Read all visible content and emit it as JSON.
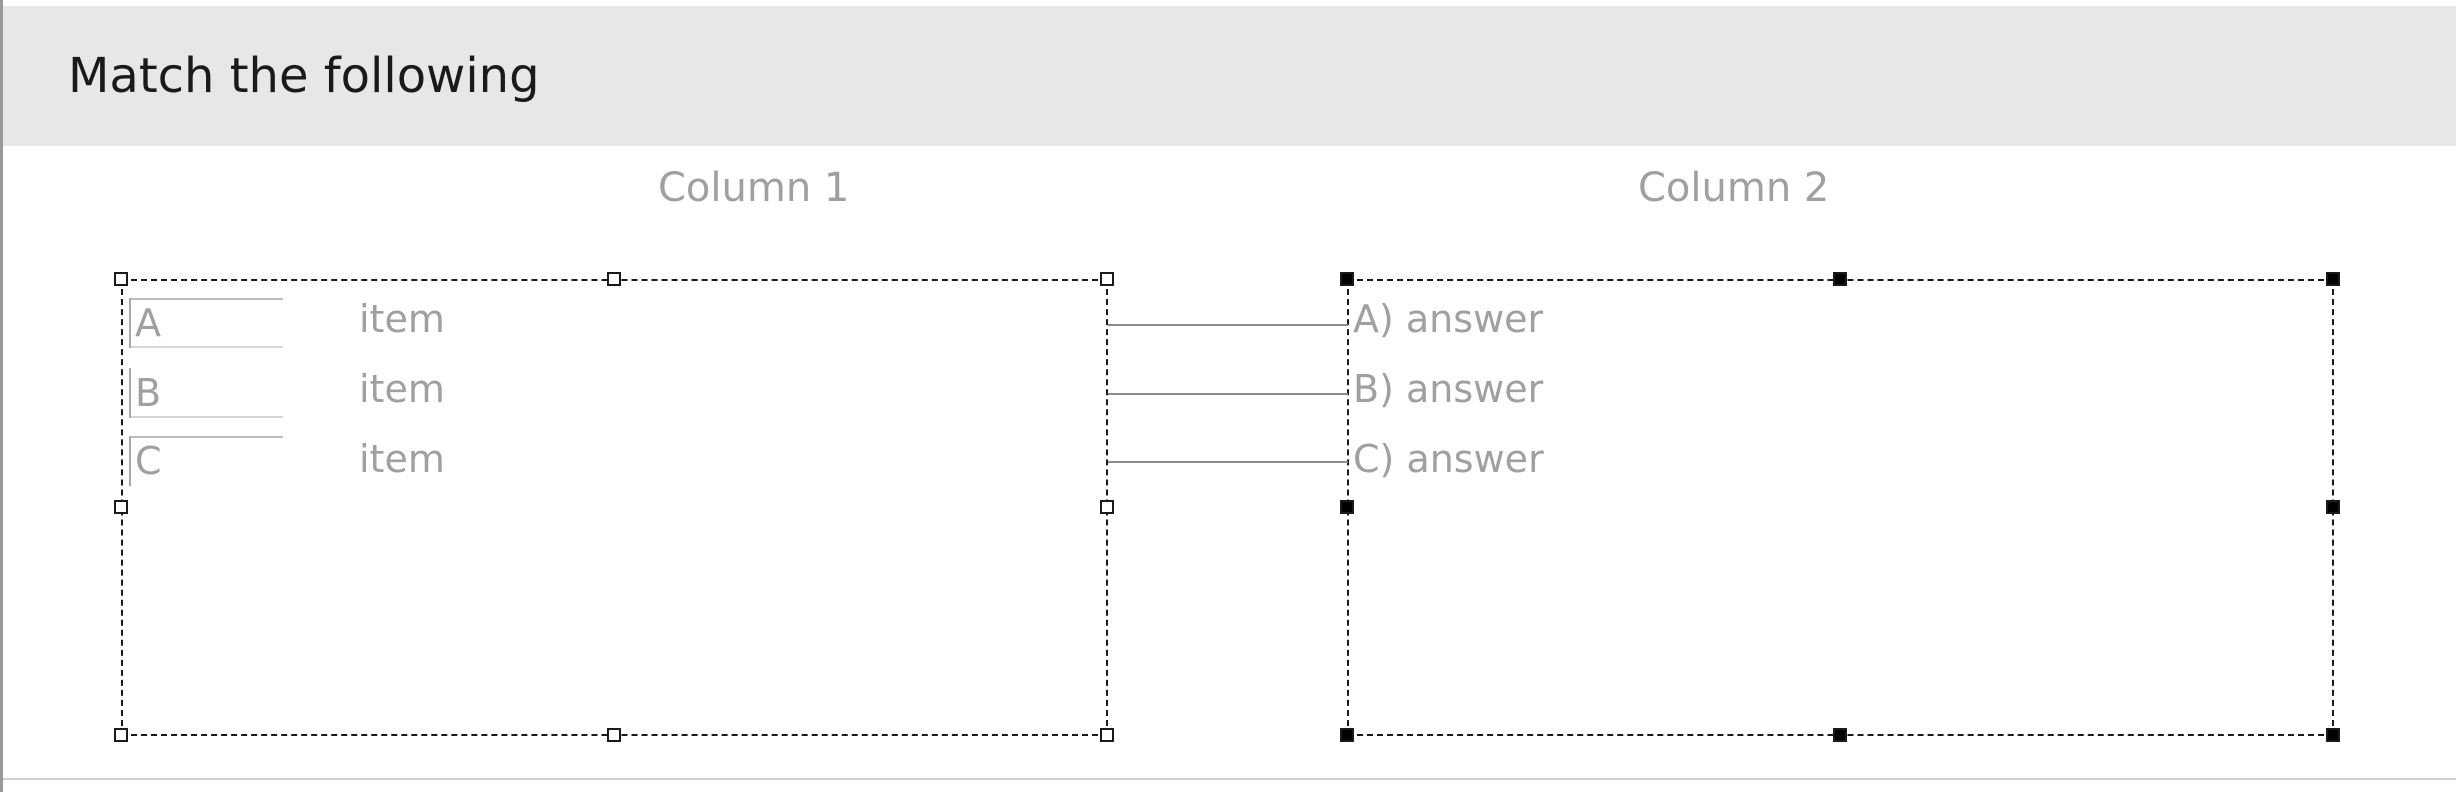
{
  "header": {
    "title": "Match the following"
  },
  "columns": {
    "col1": "Column 1",
    "col2": "Column 2"
  },
  "items": [
    {
      "letter": "A",
      "text": "item",
      "answer": "A) answer"
    },
    {
      "letter": "B",
      "text": "item",
      "answer": "B) answer"
    },
    {
      "letter": "C",
      "text": "item",
      "answer": "C) answer"
    }
  ]
}
